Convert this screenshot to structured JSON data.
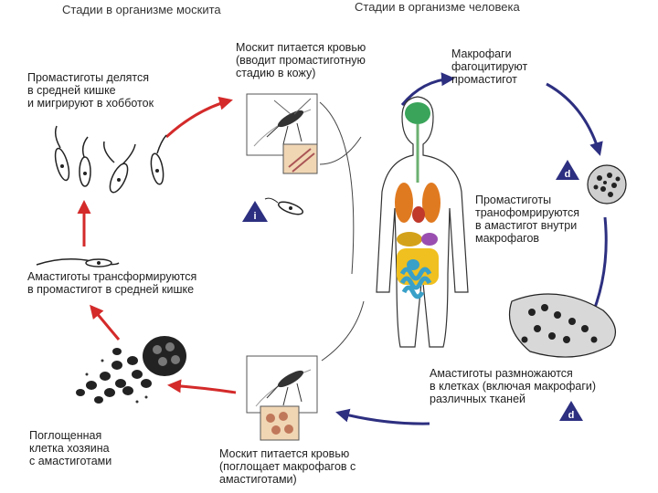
{
  "headers": {
    "mosquito": "Стадии в организме москита",
    "human": "Стадии в организме человека"
  },
  "labels": {
    "feeds_inject": "Москит питается кровью\n(вводит промастиготную\nстадию в кожу)",
    "macrophages": "Макрофаги\nфагоцитируют\nпромастигот",
    "transform_in_macro": "Промастиготы\nтранофомрируются\nв амастигот внутри\nмакрофагов",
    "multiply": "Амастиготы размножаются\nв клетках (включая макрофаги)\nразличных тканей",
    "feeds_ingest": "Москит питается кровью\n(поглощает макрофагов с\nамастиготами)",
    "engulfed_cell": "Поглощенная\nклетка хозяина\nс амастиготами",
    "amastigote_transform": "Амастиготы трансформируются\nв промастигот в средней кишке",
    "promastigote_divide": "Промастиготы делятся\nв средней кишке\nи мигрируют в хобботок"
  },
  "badges": {
    "i": "i",
    "d_upper": "d",
    "d_lower": "d"
  },
  "colors": {
    "mosquito_cycle_arrow": "#d42a2a",
    "human_cycle_arrow": "#2d2f80",
    "badge": "#2d2f80",
    "brain": "#3aa45a",
    "lungs": "#e07a20",
    "heart": "#c0392b",
    "liver": "#d4a21a",
    "stomach": "#9a4fb0",
    "intestine": "#39a0c8",
    "colon": "#f0c020"
  }
}
